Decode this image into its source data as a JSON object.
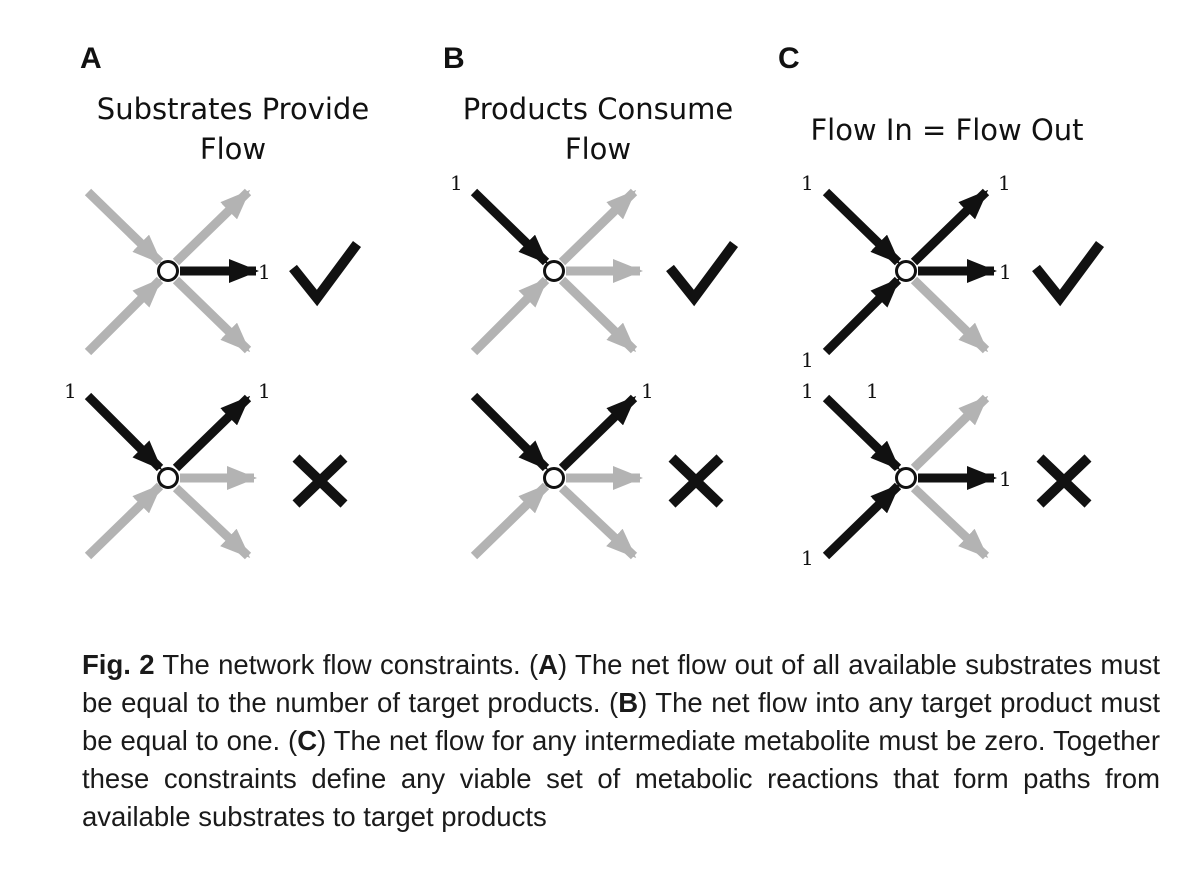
{
  "panels": [
    {
      "letter": "A",
      "title_lines": [
        "Substrates Provide",
        "Flow"
      ],
      "rows": [
        {
          "arrows": [
            "in-top: inactive",
            "in-bottom: inactive",
            "out-up: inactive",
            "out-right: active",
            "out-down: inactive"
          ],
          "labels": {
            "out_right": "1"
          },
          "verdict": "check"
        },
        {
          "arrows": [
            "in-top: active",
            "in-bottom: inactive",
            "out-up: active",
            "out-right: inactive",
            "out-down: inactive"
          ],
          "labels": {
            "in_top": "1",
            "out_up": "1"
          },
          "verdict": "cross"
        }
      ]
    },
    {
      "letter": "B",
      "title_lines": [
        "Products Consume",
        "Flow"
      ],
      "rows": [
        {
          "arrows": [
            "in-top: active",
            "in-bottom: inactive",
            "out-up: inactive",
            "out-right: inactive",
            "out-down: inactive"
          ],
          "labels": {
            "in_top": "1"
          },
          "verdict": "check"
        },
        {
          "arrows": [
            "in-top: active",
            "in-bottom: inactive",
            "out-up: active",
            "out-right: inactive",
            "out-down: inactive"
          ],
          "labels": {
            "out_up": "1"
          },
          "verdict": "cross"
        }
      ]
    },
    {
      "letter": "C",
      "title_lines": [
        "Flow In = Flow Out"
      ],
      "rows": [
        {
          "arrows": [
            "in-top: active",
            "in-bottom: active",
            "out-up: active",
            "out-right: active",
            "out-down: inactive"
          ],
          "labels": {
            "in_top": "1",
            "in_bottom": "1",
            "out_up": "1",
            "out_right": "1"
          },
          "verdict": "check"
        },
        {
          "arrows": [
            "in-top: active",
            "in-bottom: active",
            "out-up: inactive",
            "out-right: active",
            "out-down: inactive"
          ],
          "labels": {
            "in_top": "1",
            "in_top_extra": "1",
            "in_bottom": "1",
            "out_right": "1"
          },
          "verdict": "cross"
        }
      ]
    }
  ],
  "colors": {
    "active": "#111111",
    "inactive": "#b3b3b3",
    "node_fill": "#ffffff"
  },
  "caption": {
    "fig_label": "Fig. 2",
    "text_1": " The network flow constraints. (",
    "ref_a": "A",
    "text_2": ") The net flow out of all available substrates must be equal to the number of target products. (",
    "ref_b": "B",
    "text_3": ") The net flow into any target product must be equal to one. (",
    "ref_c": "C",
    "text_4": ") The net flow for any intermediate metabolite must be zero. Together these constraints define any viable set of metabolic reactions that form paths from available substrates to target products"
  }
}
